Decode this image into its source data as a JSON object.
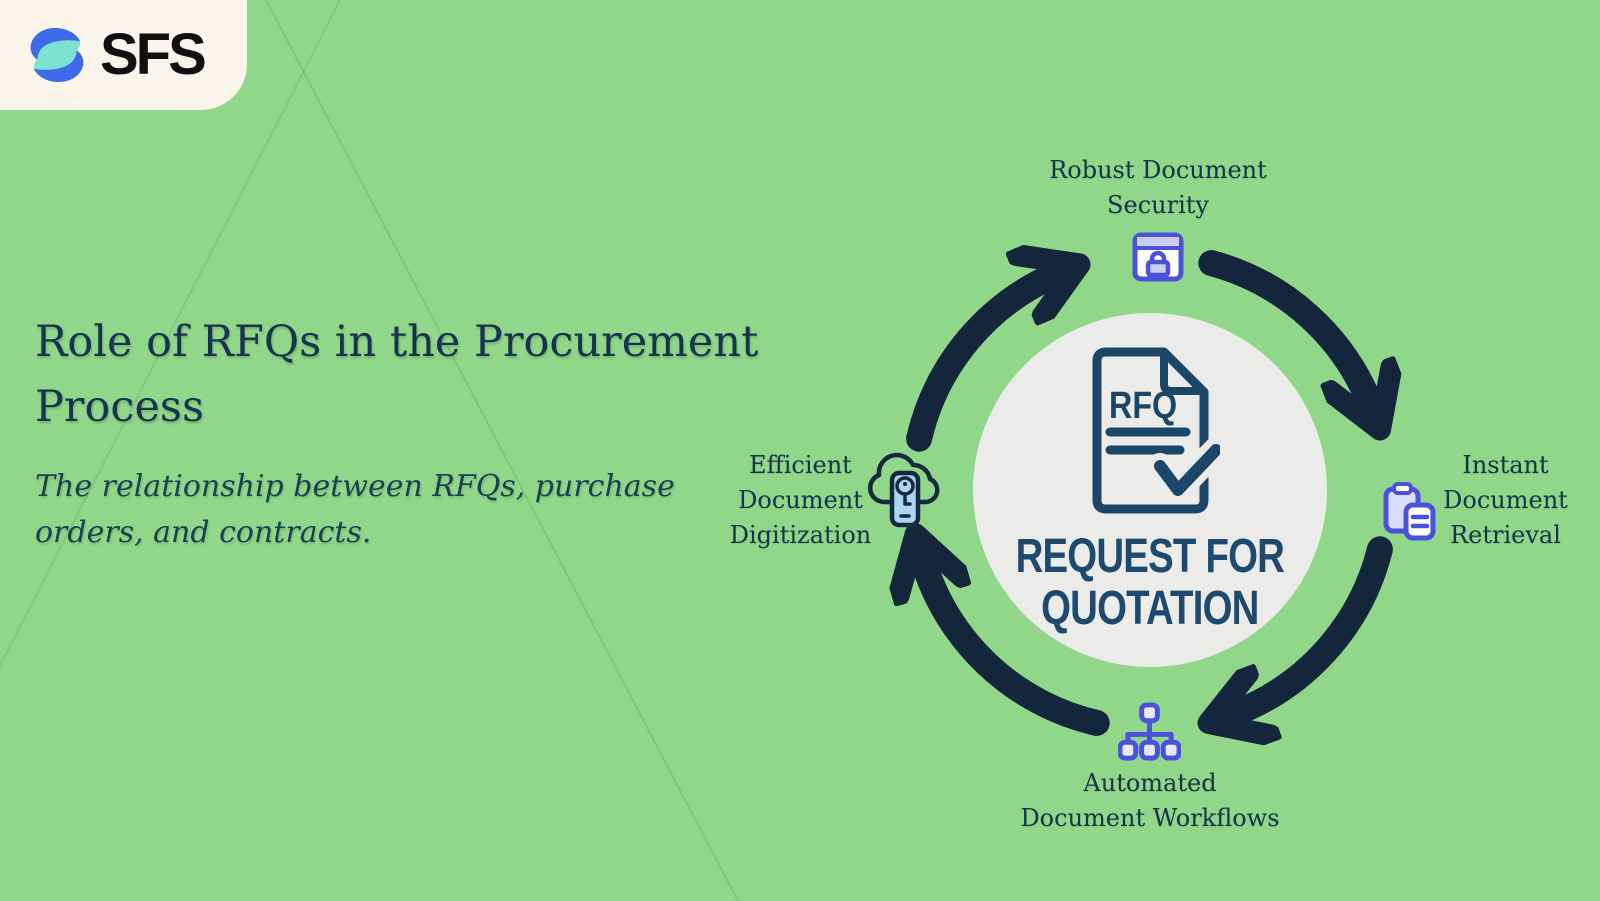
{
  "brand": {
    "name": "SFS"
  },
  "header": {
    "title_lines": [
      "Role of RFQs in the Procurement",
      "Process"
    ],
    "subtitle_lines": [
      "The relationship between RFQs, purchase",
      "orders, and contracts."
    ]
  },
  "diagram": {
    "flow_direction": "clockwise",
    "center": {
      "icon": "rfq-document-check",
      "icon_label": "RFQ",
      "title_line1": "REQUEST FOR",
      "title_line2": "QUOTATION"
    },
    "nodes": [
      {
        "position": "top",
        "icon": "browser-lock",
        "label_lines": [
          "Robust Document",
          "Security"
        ]
      },
      {
        "position": "right",
        "icon": "clipboard-copy",
        "label_lines": [
          "Instant",
          "Document",
          "Retrieval"
        ]
      },
      {
        "position": "bottom",
        "icon": "hierarchy-workflow",
        "label_lines": [
          "Automated",
          "Document Workflows"
        ]
      },
      {
        "position": "left",
        "icon": "cloud-device-key",
        "label_lines": [
          "Efficient",
          "Document",
          "Digitization"
        ]
      }
    ]
  },
  "colors": {
    "background_green": "#91D789",
    "arrow_navy": "#14263C",
    "text_navy": "#16344F",
    "icon_indigo": "#4A52DC",
    "icon_indigo_fill": "#D9DDFA",
    "center_circle_gray": "#EBEBEA",
    "center_text_blue": "#1D4A6E",
    "doc_icon_navy": "#1C4667",
    "device_blue": "#A9D7F2",
    "logo_blue": "#3D6AE9",
    "logo_teal": "#7DE2D2",
    "logo_card_cream": "#FAF4EA"
  }
}
